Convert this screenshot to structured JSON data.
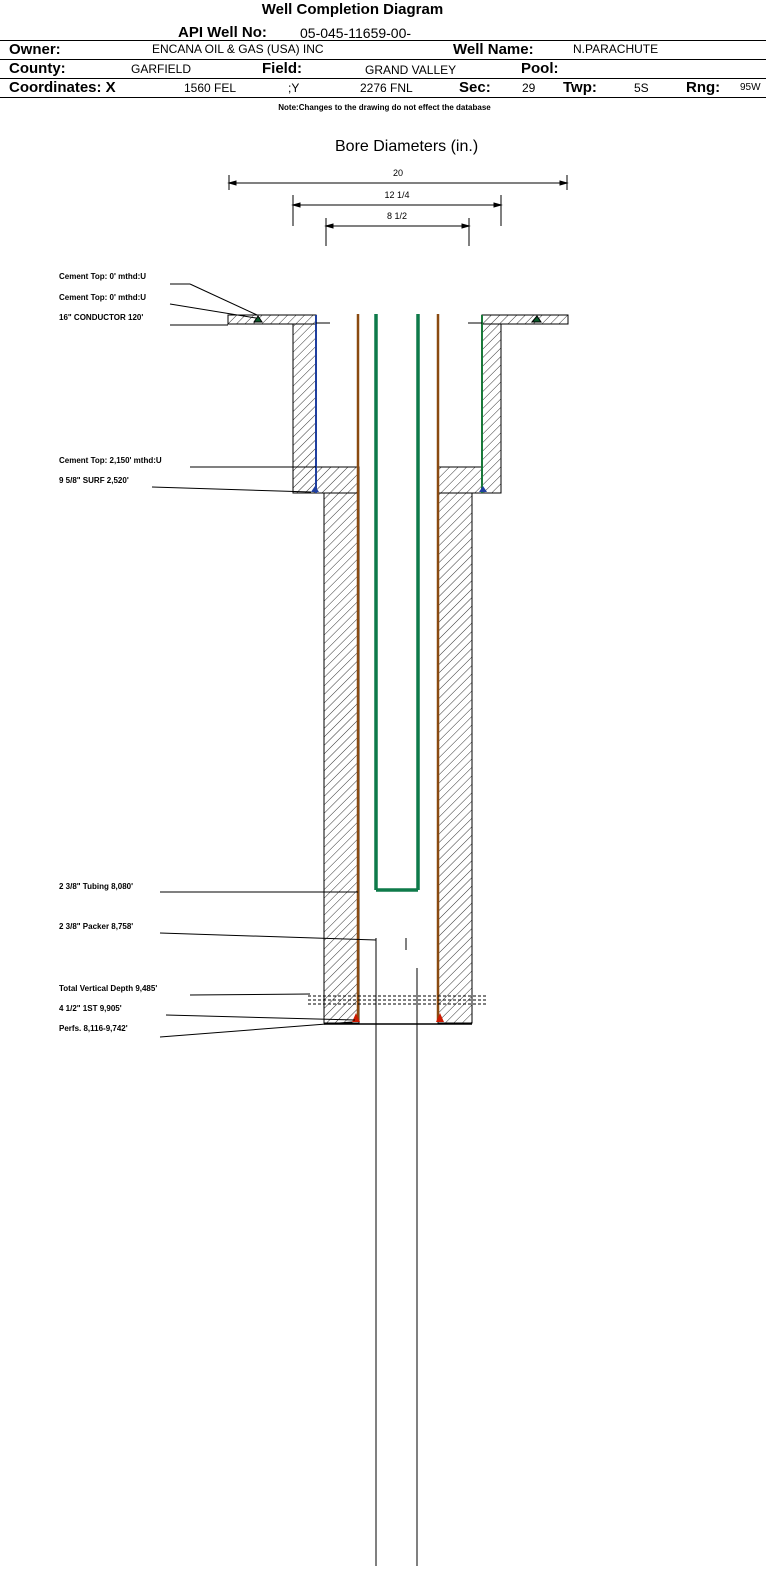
{
  "title": "Well Completion Diagram",
  "header": {
    "api_label": "API Well No:",
    "api_value": "05-045-11659-00-",
    "owner_label": "Owner:",
    "owner_value": "ENCANA OIL & GAS (USA) INC",
    "well_name_label": "Well Name:",
    "well_name_value": "N.PARACHUTE",
    "county_label": "County:",
    "county_value": "GARFIELD",
    "field_label": "Field:",
    "field_value": "GRAND VALLEY",
    "pool_label": "Pool:",
    "pool_value": "",
    "coords_label": "Coordinates: X",
    "coords_x": "1560 FEL",
    "coords_sep": ";Y",
    "coords_y": "2276 FNL",
    "sec_label": "Sec:",
    "sec_value": "29",
    "twp_label": "Twp:",
    "twp_value": "5S",
    "rng_label": "Rng:",
    "rng_value": "95W"
  },
  "note": "Note:Changes to the drawing do not effect the database",
  "bore": {
    "title": "Bore Diameters (in.)",
    "dims": [
      "20",
      "12 1/4",
      "8 1/2"
    ]
  },
  "callouts": [
    "Cement Top: 0' mthd:U",
    "Cement Top: 0' mthd:U",
    "16\" CONDUCTOR  120'",
    "Cement Top: 2,150' mthd:U",
    "9 5/8\" SURF       2,520'",
    "2 3/8\" Tubing 8,080'",
    "2 3/8\" Packer 8,758'",
    "Total Vertical Depth 9,485'",
    "4 1/2\" 1ST       9,905'",
    "Perfs. 8,116-9,742'"
  ],
  "colors": {
    "surface_casing": "#1f3f9f",
    "conductor_casing": "#1a7a3a",
    "production_casing": "#8a4a10",
    "tubing": "#0e7a4a",
    "perfs": "#cc1a00"
  }
}
